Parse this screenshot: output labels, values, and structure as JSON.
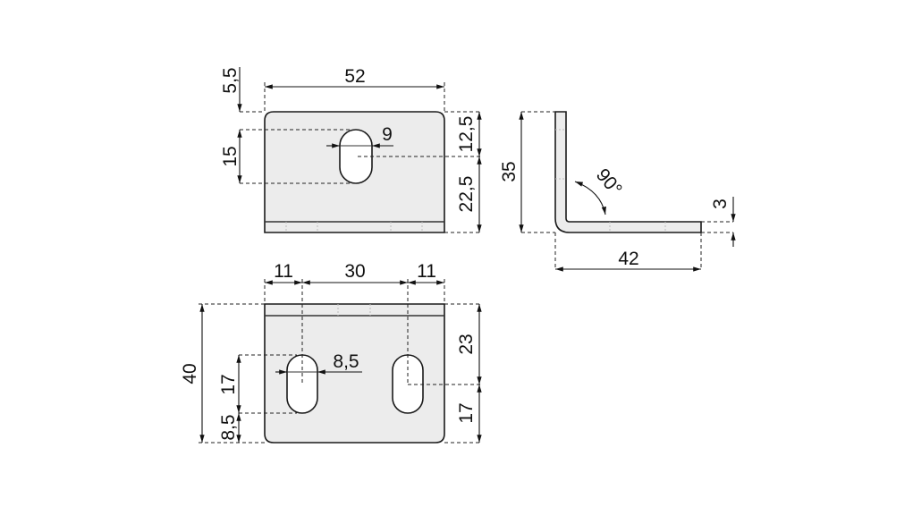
{
  "top_view": {
    "width": "52",
    "top_offset": "5,5",
    "slot_length": "15",
    "slot_width": "9",
    "upper_height": "12,5",
    "lower_height": "22,5"
  },
  "side_view": {
    "height": "35",
    "length": "42",
    "thickness": "3",
    "angle": "90°"
  },
  "bottom_view": {
    "edge_left": "11",
    "hole_spacing": "30",
    "edge_right": "11",
    "height": "40",
    "slot_length": "17",
    "bottom_offset": "8,5",
    "slot_width": "8,5",
    "upper_height": "23",
    "lower_height": "17"
  }
}
